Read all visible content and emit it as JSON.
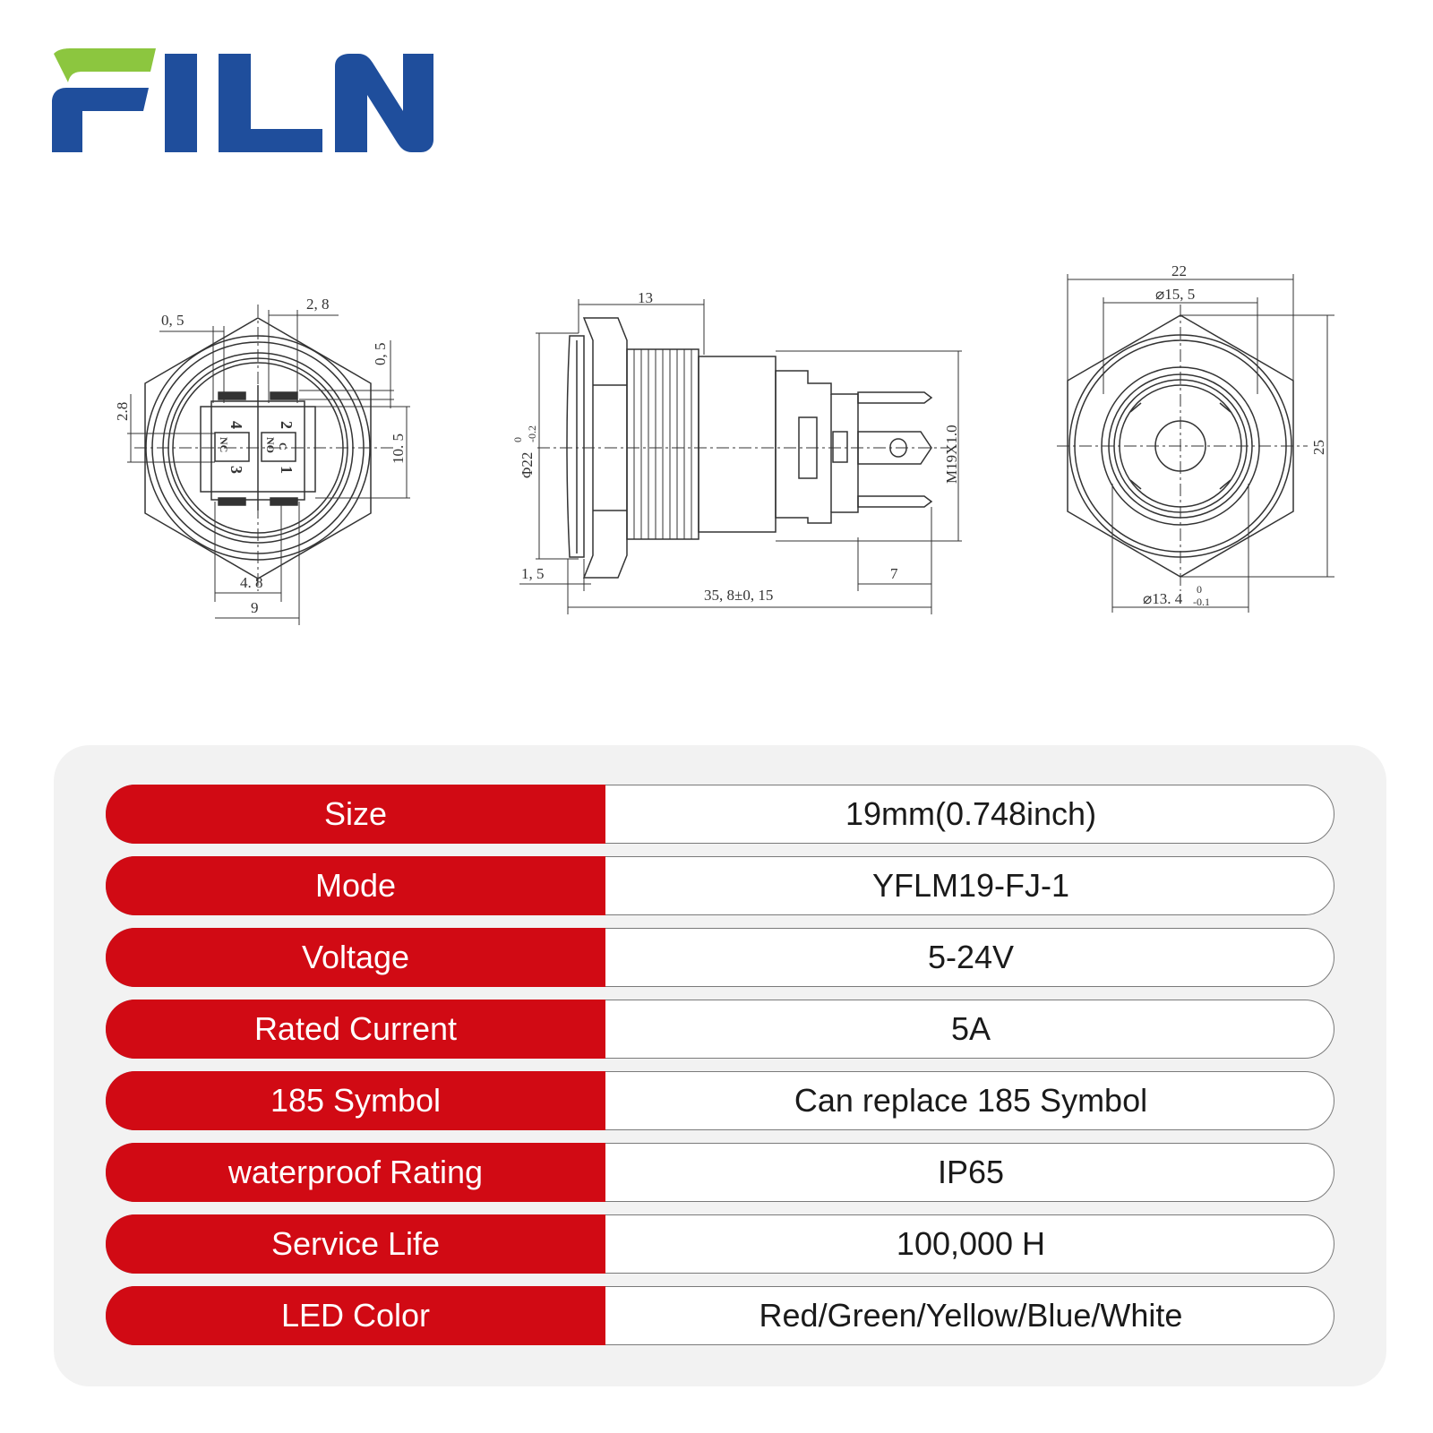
{
  "brand": {
    "name": "FILN",
    "colors": {
      "green": "#8cc63f",
      "blue": "#1f4e9c",
      "red": "#d10a14"
    }
  },
  "drawings": {
    "back_view": {
      "dims": [
        "0, 5",
        "2, 8",
        "0, 5",
        "2.8",
        "10. 5",
        "4. 8",
        "9"
      ],
      "terminals": [
        "4",
        "2",
        "NC",
        "NO",
        "C",
        "3",
        "1"
      ]
    },
    "side_view": {
      "dims": [
        "13",
        "Φ22",
        "0",
        "-0.2",
        "M19X1.0",
        "1, 5",
        "35, 8±0, 15",
        "7"
      ]
    },
    "front_view": {
      "dims": [
        "22",
        "⌀15, 5",
        "25",
        "⌀13. 4",
        "0",
        "-0.1"
      ]
    }
  },
  "specs": [
    {
      "label": "Size",
      "value": "19mm(0.748inch)"
    },
    {
      "label": "Mode",
      "value": "YFLM19-FJ-1"
    },
    {
      "label": "Voltage",
      "value": "5-24V"
    },
    {
      "label": "Rated Current",
      "value": "5A"
    },
    {
      "label": "185 Symbol",
      "value": "Can replace 185 Symbol"
    },
    {
      "label": "waterproof Rating",
      "value": "IP65"
    },
    {
      "label": "Service Life",
      "value": "100,000 H"
    },
    {
      "label": "LED Color",
      "value": "Red/Green/Yellow/Blue/White"
    }
  ]
}
